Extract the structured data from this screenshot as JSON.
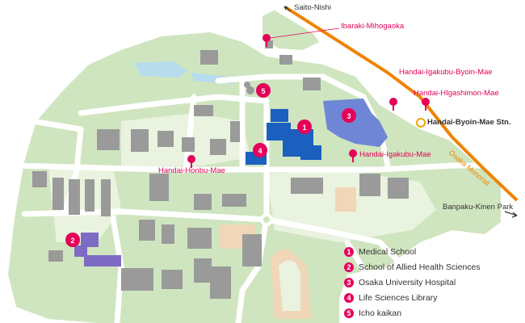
{
  "station_labels": {
    "saito_nishi": "Saito-Nishi",
    "ibaraki_mihogaoka": "Ibaraki-Mihogaoka",
    "handai_igakubu_byoin_mae": "Handai-Igakubu-Byoin-Mae",
    "handai_higashimon_mae": "Handai-HIgashimon-Mae",
    "handai_byoin_mae_stn": "Handai-Byoin-Mae Stn.",
    "handai_igakubu_mae": "Handai-Igakubu-Mae",
    "handai_honbu_mae": "Handai-Honbu-Mae",
    "banpaku_kinen_park": "Banpaku-Kinen Park",
    "osaka_monorail": "Osaka Monorail"
  },
  "markers": [
    {
      "num": "1",
      "ref": "medical-school"
    },
    {
      "num": "2",
      "ref": "allied-health"
    },
    {
      "num": "3",
      "ref": "hospital"
    },
    {
      "num": "4",
      "ref": "library"
    },
    {
      "num": "5",
      "ref": "icho-kaikan"
    }
  ],
  "legend": [
    {
      "num": "1",
      "label": "Medical School"
    },
    {
      "num": "2",
      "label": "School of Allied Health Sciences"
    },
    {
      "num": "3",
      "label": "Osaka University Hospital"
    },
    {
      "num": "4",
      "label": "Life Sciences Library"
    },
    {
      "num": "5",
      "label": "Icho kaikan"
    }
  ],
  "colors": {
    "bus_stop": "#e5005a",
    "monorail": "#f08300",
    "medical_school": "#1b5fbf",
    "hospital": "#6f86d6",
    "allied_health": "#7d6bc4",
    "green": "#cfe5bf",
    "building": "#9a9a9a",
    "road": "#ffffff",
    "water": "#b7dcec",
    "field": "#f0d7b8"
  },
  "icons": {
    "bus_stop": "bus-stop-pin-icon",
    "station": "monorail-station-icon",
    "arrow": "arrow-icon"
  }
}
